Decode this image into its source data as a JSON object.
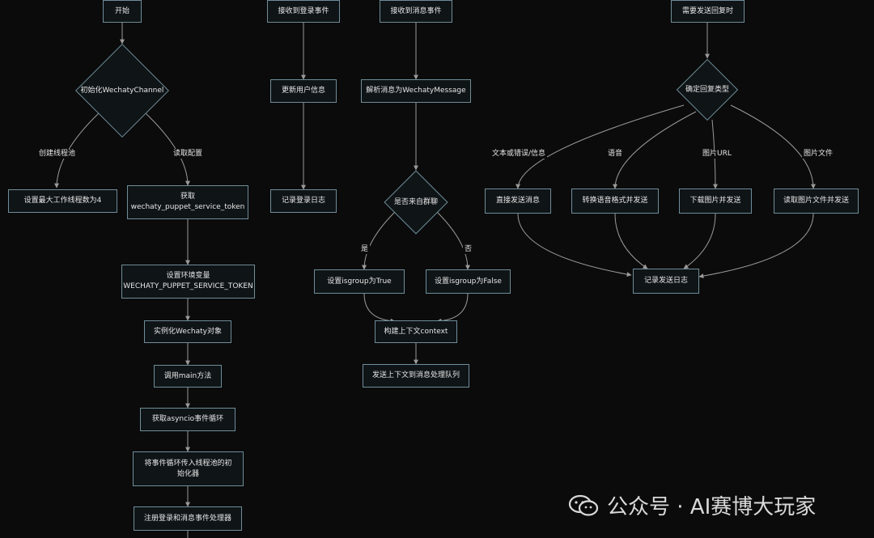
{
  "nodes": {
    "start": "开始",
    "init_channel": "初始化WechatyChannel",
    "set_workers": "设置最大工作线程数为4",
    "get_token_1": "获取",
    "get_token_2": "wechaty_puppet_service_token",
    "set_env_1": "设置环境变量",
    "set_env_2": "WECHATY_PUPPET_SERVICE_TOKEN",
    "instantiate": "实例化Wechaty对象",
    "call_main": "调用main方法",
    "get_loop": "获取asyncio事件循环",
    "pass_loop_1": "将事件循环传入线程池的初",
    "pass_loop_2": "始化器",
    "register": "注册登录和消息事件处理器",
    "login_event": "接收到登录事件",
    "update_user": "更新用户信息",
    "log_login": "记录登录日志",
    "msg_event": "接收到消息事件",
    "parse_msg": "解析消息为WechatyMessage",
    "is_group": "是否来自群聊",
    "set_true": "设置isgroup为True",
    "set_false": "设置isgroup为False",
    "build_ctx": "构建上下文context",
    "send_queue": "发送上下文到消息处理队列",
    "need_reply": "需要发送回复时",
    "reply_type": "确定回复类型",
    "send_direct": "直接发送消息",
    "send_voice": "转换语音格式并发送",
    "send_img_url": "下载图片并发送",
    "send_img_file": "读取图片文件并发送",
    "log_send": "记录发送日志"
  },
  "edge_labels": {
    "create_pool": "创建线程池",
    "read_config": "读取配置",
    "yes": "是",
    "no": "否",
    "text_error_info": "文本或错误/信息",
    "voice": "语音",
    "image_url": "图片URL",
    "image_file": "图片文件"
  },
  "watermark": {
    "text": "公众号 · AI赛博大玩家",
    "icon": "wechat-official-account-icon"
  },
  "colors": {
    "background": "#0b0b0b",
    "node_border": "#6f8d99",
    "edge": "#9a9a9a",
    "text": "#e6e6e6"
  }
}
